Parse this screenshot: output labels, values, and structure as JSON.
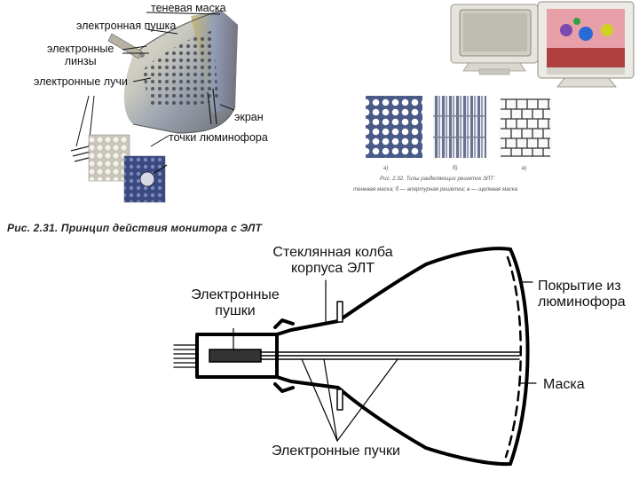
{
  "top_figure": {
    "labels": {
      "shadow_mask": "теневая маска",
      "electron_gun": "электронная пушка",
      "electron_lenses": "электронные\nлинзы",
      "electron_beams": "электронные лучи",
      "screen": "экран",
      "phosphor_dots": "точки люминофора"
    },
    "caption": "Рис. 2.31. Принцип действия монитора с ЭЛТ"
  },
  "mask_types": {
    "letters": [
      "а)",
      "б)",
      "в)"
    ],
    "caption_line1": "Рис. 2.32. Типы разделяющих решеток ЭЛТ:",
    "caption_line2": "теневая маска; б — апертурная решетка; в — щелевая маска"
  },
  "crt_diagram": {
    "labels": {
      "glass_bulb": "Стеклянная колба\nкорпуса ЭЛТ",
      "electron_guns": "Электронные\nпушки",
      "phosphor_coating": "Покрытие из\nлюминофора",
      "mask": "Маска",
      "electron_beams": "Электронные пучки"
    }
  },
  "colors": {
    "line": "#000000",
    "gun_fill": "#333333",
    "mask_blue": "#5a6a9a",
    "monitor_beige": "#e6e4dc",
    "screen_pink": "#e8a0a8"
  }
}
